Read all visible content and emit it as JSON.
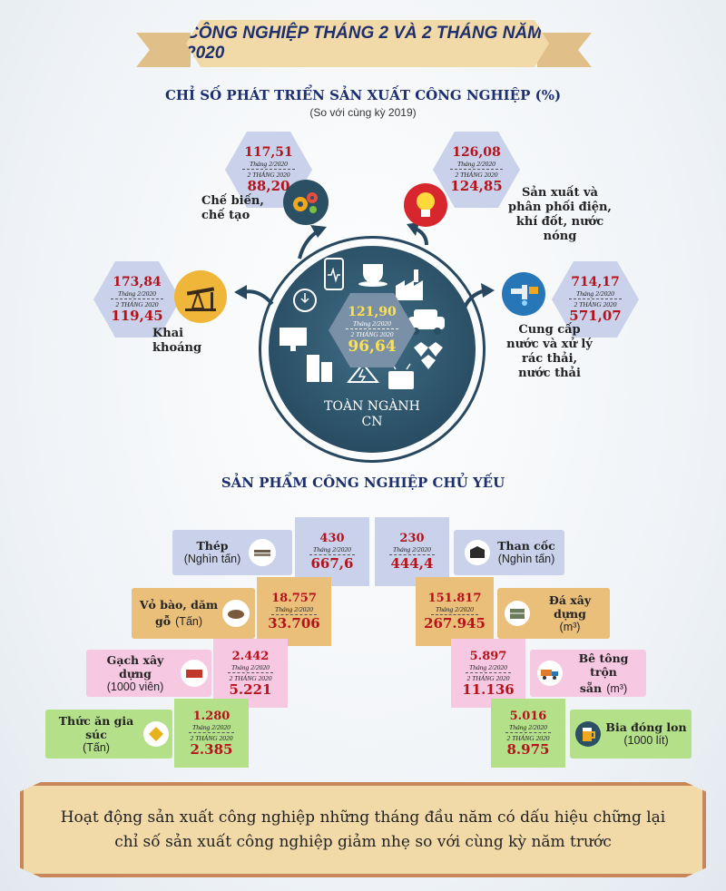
{
  "title": "CÔNG NGHIỆP THÁNG 2 VÀ 2 THÁNG NĂM 2020",
  "index_section": {
    "heading": "CHỈ SỐ PHÁT TRIỂN SẢN XUẤT CÔNG NGHIỆP (%)",
    "subheading": "(So với cùng kỳ 2019)",
    "label_month": "Tháng 2/2020",
    "label_2months": "2 THÁNG 2020",
    "sectors": [
      {
        "name_line1": "Chế biến,",
        "name_line2": "chế tạo",
        "month": "117,51",
        "two_months": "88,20",
        "icon": "gears-icon"
      },
      {
        "name_line1": "Sản xuất và",
        "name_line2": "phân phối điện,",
        "name_line3": "khí đốt, nước",
        "name_line4": "nóng",
        "month": "126,08",
        "two_months": "124,85",
        "icon": "lightbulb-icon"
      },
      {
        "name_line1": "Khai",
        "name_line2": "khoáng",
        "month": "173,84",
        "two_months": "119,45",
        "icon": "oil-pump-icon"
      },
      {
        "name_line1": "Cung cấp",
        "name_line2": "nước và xử lý",
        "name_line3": "rác thải,",
        "name_line4": "nước thải",
        "month": "714,17",
        "two_months": "571,07",
        "icon": "water-tap-icon"
      }
    ],
    "total": {
      "month": "121,90",
      "two_months": "96,64",
      "label_line1": "TOÀN NGÀNH",
      "label_line2": "CN"
    }
  },
  "products_section": {
    "heading": "SẢN PHẨM CÔNG NGHIỆP CHỦ YẾU",
    "label_month": "Tháng 2/2020",
    "label_2months": "2 THÁNG 2020",
    "left": [
      {
        "name": "Thép",
        "unit": "(Nghìn tấn)",
        "month": "430",
        "two_months": "667,6",
        "color": "#c9d2ea",
        "icon": "steel-icon"
      },
      {
        "name": "Vỏ bào, dăm",
        "name2": "gỗ",
        "unit": "(Tấn)",
        "month": "18.757",
        "two_months": "33.706",
        "color": "#e9bf7a",
        "icon": "wood-chips-icon"
      },
      {
        "name": "Gạch xây dựng",
        "unit": "(1000 viên)",
        "month": "2.442",
        "two_months": "5.221",
        "color": "#f7c8e2",
        "icon": "brick-icon"
      },
      {
        "name": "Thức ăn gia súc",
        "unit": "(Tấn)",
        "month": "1.280",
        "two_months": "2.385",
        "color": "#b4e08a",
        "icon": "feed-icon"
      }
    ],
    "right": [
      {
        "name": "Than cốc",
        "unit": "(Nghìn tấn)",
        "month": "230",
        "two_months": "444,4",
        "color": "#c9d2ea",
        "icon": "coke-icon"
      },
      {
        "name": "Đá xây dựng",
        "unit": "(m³)",
        "month": "151.817",
        "two_months": "267.945",
        "color": "#e9bf7a",
        "icon": "stone-icon"
      },
      {
        "name": "Bê tông trộn",
        "name2": "sẵn",
        "unit": "(m³)",
        "month": "5.897",
        "two_months": "11.136",
        "color": "#f7c8e2",
        "icon": "concrete-truck-icon"
      },
      {
        "name": "Bia đóng lon",
        "unit": "(1000 lít)",
        "month": "5.016",
        "two_months": "8.975",
        "color": "#b4e08a",
        "icon": "beer-icon"
      }
    ]
  },
  "footer": {
    "line1": "Hoạt động sản xuất công nghiệp những tháng đầu năm có dấu hiệu chững lại",
    "line2": "chỉ số sản xuất công nghiệp giảm nhẹ so với cùng kỳ năm trước"
  }
}
